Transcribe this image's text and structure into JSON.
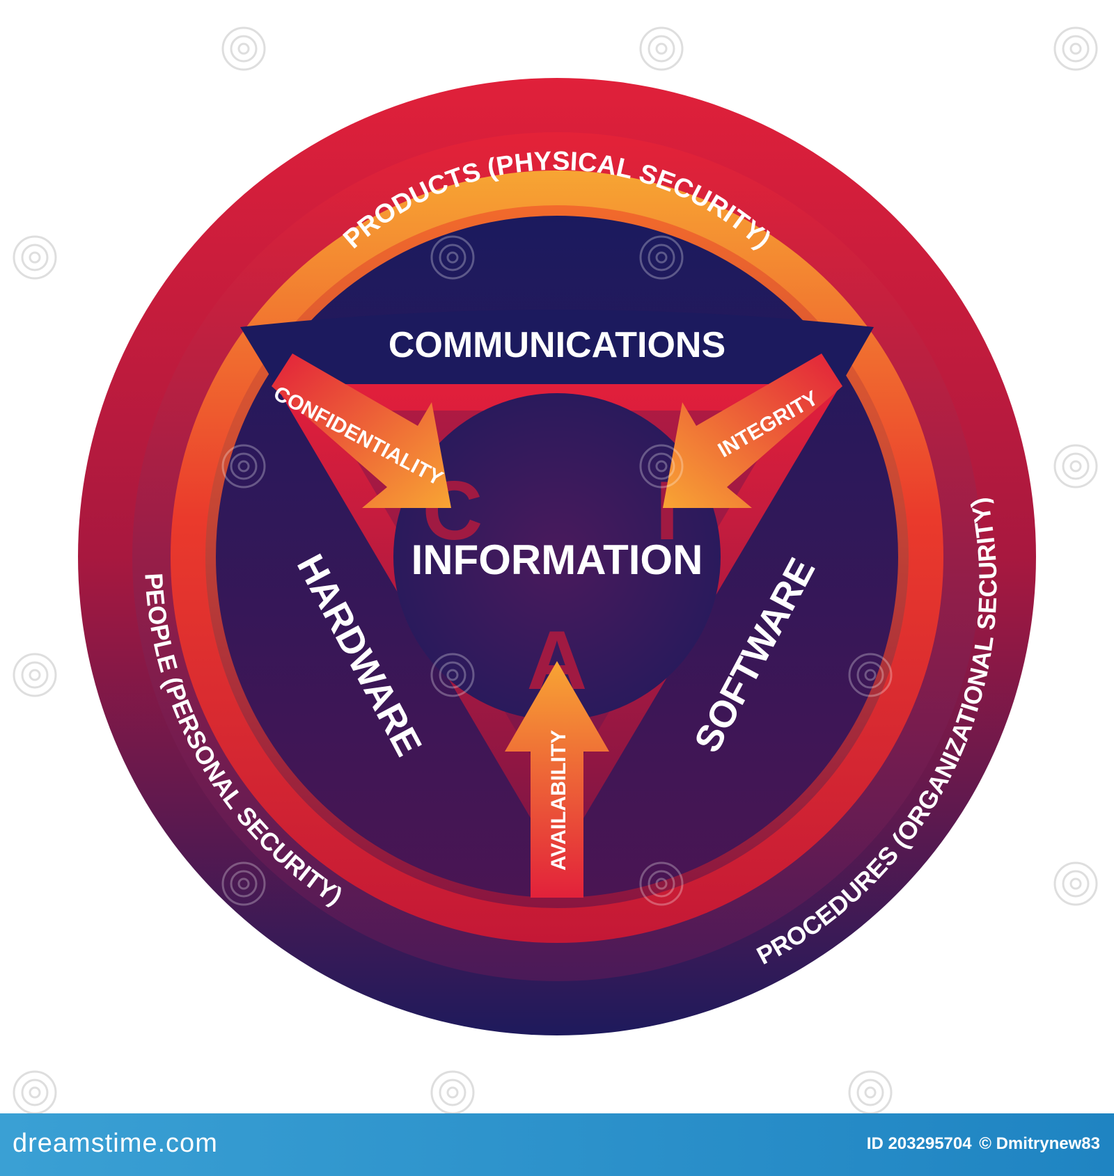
{
  "diagram": {
    "center_label": "INFORMATION",
    "segments": {
      "top": "COMMUNICATIONS",
      "left": "HARDWARE",
      "right": "SOFTWARE"
    },
    "arrows": {
      "confidentiality": "CONFIDENTIALITY",
      "integrity": "INTEGRITY",
      "availability": "AVAILABILITY"
    },
    "letters": {
      "c": "C",
      "i": "I",
      "a": "A"
    },
    "rings": {
      "products": "PRODUCTS (PHYSICAL SECURITY)",
      "people": "PEOPLE (PERSONAL SECURITY)",
      "procedures": "PROCEDURES (ORGANIZATIONAL SECURITY)"
    },
    "watermark": "dreamstime",
    "colors": {
      "navy": "#1c1a5c",
      "red": "#d81e3a",
      "orange": "#f6a531",
      "footer": "#2a92cc"
    }
  },
  "footer": {
    "site": "dreamstime.com",
    "id_label": "ID 203295704",
    "author": "© Dmitrynew83"
  }
}
